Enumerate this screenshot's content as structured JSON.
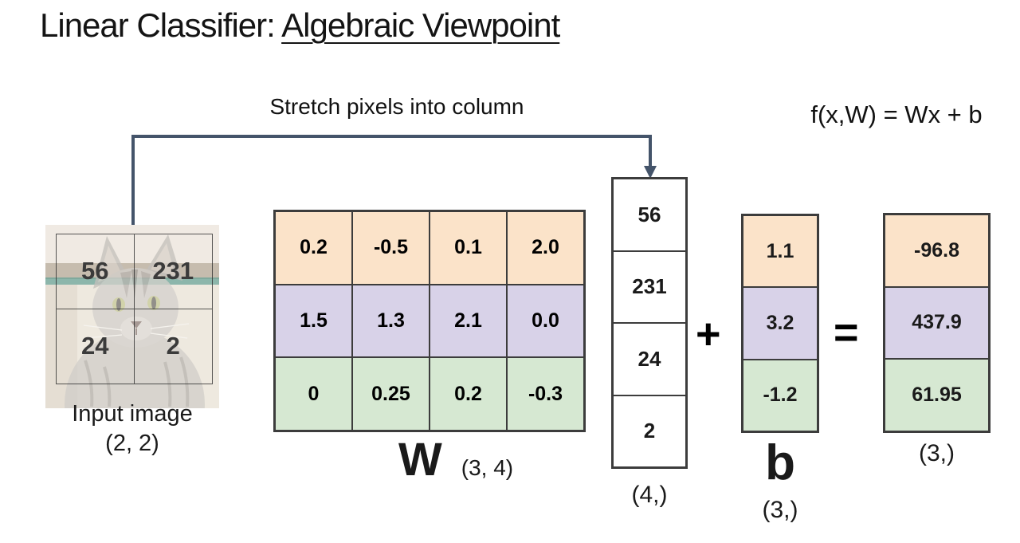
{
  "title": {
    "prefix": "Linear Classifier: ",
    "underlined": "Algebraic Viewpoint"
  },
  "labels": {
    "stretch": "Stretch pixels into column",
    "formula": "f(x,W) = Wx + b"
  },
  "operators": {
    "plus": "+",
    "equals": "="
  },
  "input_image": {
    "caption": "Input image",
    "shape": "(2, 2)",
    "pixels": [
      [
        "56",
        "231"
      ],
      [
        "24",
        "2"
      ]
    ]
  },
  "weight_matrix": {
    "label": "W",
    "shape": "(3, 4)",
    "rows": [
      {
        "class": "orange",
        "values": [
          "0.2",
          "-0.5",
          "0.1",
          "2.0"
        ]
      },
      {
        "class": "purple",
        "values": [
          "1.5",
          "1.3",
          "2.1",
          "0.0"
        ]
      },
      {
        "class": "green",
        "values": [
          "0",
          "0.25",
          "0.2",
          "-0.3"
        ]
      }
    ]
  },
  "x_vector": {
    "shape": "(4,)",
    "values": [
      "56",
      "231",
      "24",
      "2"
    ]
  },
  "bias_vector": {
    "label": "b",
    "shape": "(3,)",
    "values": [
      "1.1",
      "3.2",
      "-1.2"
    ]
  },
  "result_vector": {
    "shape": "(3,)",
    "values": [
      "-96.8",
      "437.9",
      "61.95"
    ]
  },
  "colors": {
    "class_row_1": "#fbe3c9",
    "class_row_2": "#d8d2e8",
    "class_row_3": "#d6e8d2",
    "arrow": "#44546a"
  }
}
